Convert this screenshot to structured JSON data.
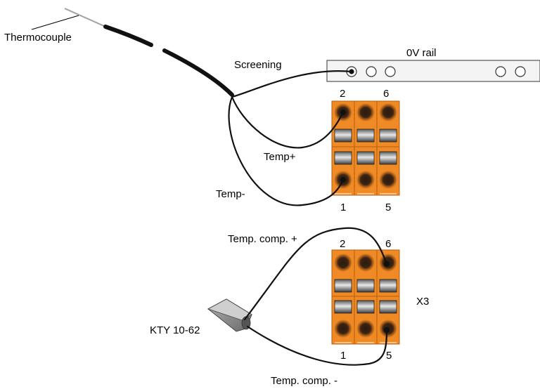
{
  "labels": {
    "thermocouple": "Thermocouple",
    "screening": "Screening",
    "rail": "0V rail",
    "temp_plus": "Temp+",
    "temp_minus": "Temp-",
    "temp_comp_plus": "Temp. comp. +",
    "temp_comp_minus": "Temp. comp. -",
    "kty": "KTY 10-62",
    "x3": "X3"
  },
  "terminal_block_top": {
    "top_numbers": [
      "2",
      "6"
    ],
    "bottom_numbers": [
      "1",
      "5"
    ]
  },
  "terminal_block_bottom": {
    "top_numbers": [
      "2",
      "6"
    ],
    "bottom_numbers": [
      "1",
      "5"
    ]
  },
  "colors": {
    "terminal_orange": "#F08A24",
    "terminal_dark": "#2B1A10",
    "wire": "#111111",
    "rail_fill": "#F4F4F4"
  }
}
